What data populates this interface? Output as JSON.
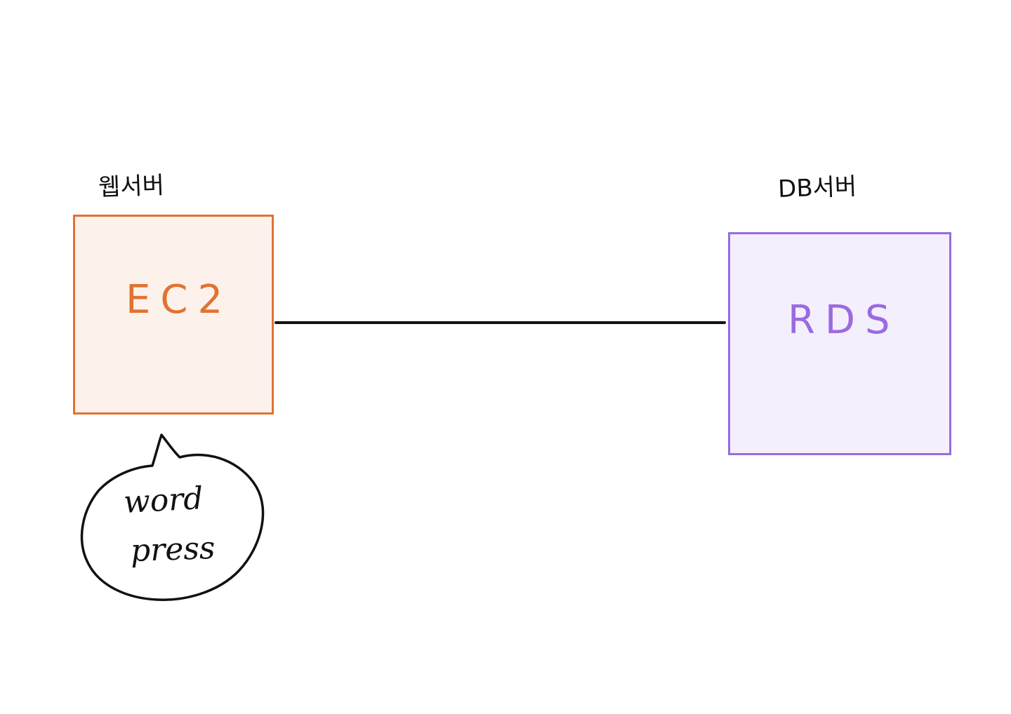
{
  "labels": {
    "web_server": "웹서버",
    "db_server": "DB서버"
  },
  "nodes": {
    "ec2": "EC2",
    "rds": "RDS"
  },
  "bubble": {
    "line1": "word",
    "line2": "press"
  },
  "colors": {
    "ec2_border": "#e07331",
    "ec2_fill": "#fdf1eb",
    "rds_border": "#9b6ae0",
    "rds_fill": "#f4effd",
    "ink": "#111111"
  }
}
